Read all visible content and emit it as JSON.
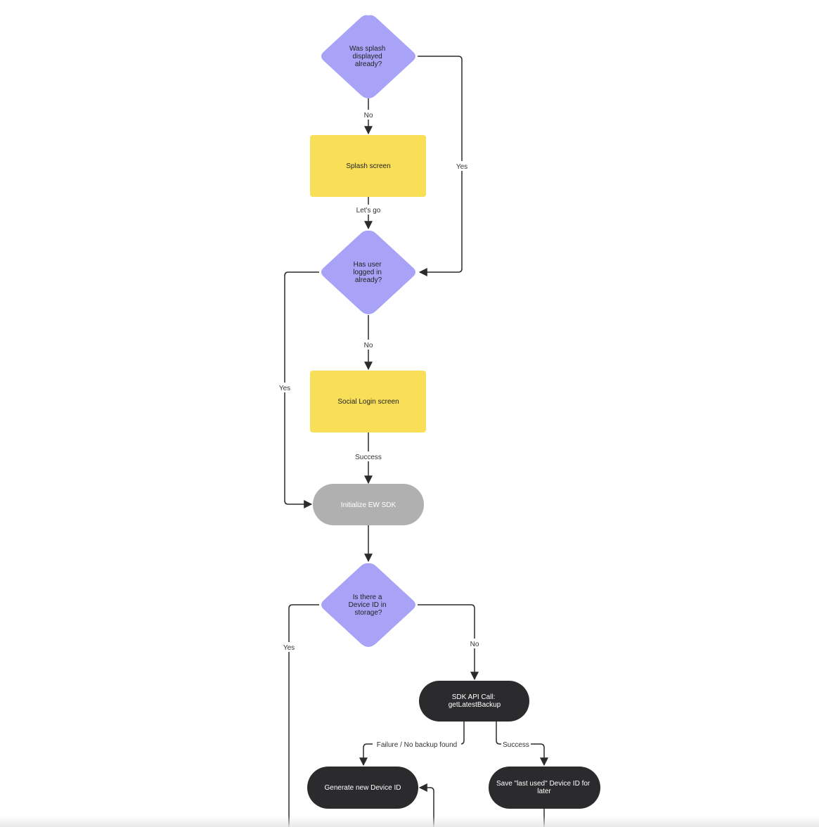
{
  "colors": {
    "decision": "#a9a3f7",
    "screen": "#f8df57",
    "process_gray": "#b0b0b0",
    "process_dark": "#2b2b2e",
    "edge": "#2b2b2b"
  },
  "nodes": {
    "splash_decision": [
      "Was splash",
      "displayed",
      "already?"
    ],
    "splash_screen": [
      "Splash screen"
    ],
    "login_decision": [
      "Has user",
      "logged in",
      "already?"
    ],
    "social_login": [
      "Social Login screen"
    ],
    "init_sdk": [
      "Initialize EW SDK"
    ],
    "device_decision": [
      "Is there a",
      "Device ID in",
      "storage?"
    ],
    "sdk_call": [
      "SDK API Call:",
      "getLatestBackup"
    ],
    "generate_id": [
      "Generate new Device ID"
    ],
    "save_id": [
      "Save \"last used\" Device ID for",
      "later"
    ]
  },
  "edges": {
    "splash_no": "No",
    "splash_yes": "Yes",
    "lets_go": "Let's go",
    "login_no": "No",
    "login_yes": "Yes",
    "login_success": "Success",
    "device_yes": "Yes",
    "device_no": "No",
    "backup_failure": "Failure / No backup found",
    "backup_success": "Success"
  }
}
